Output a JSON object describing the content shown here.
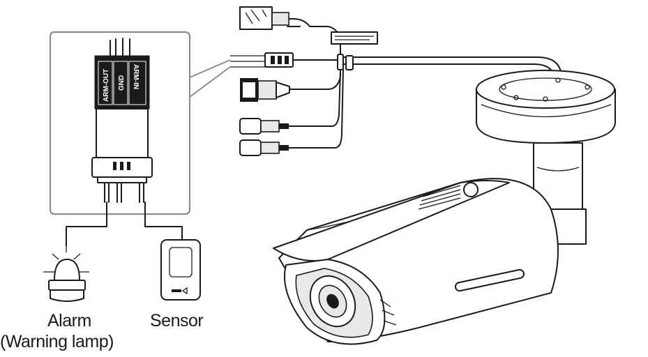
{
  "labels": {
    "alarm": "Alarm",
    "alarm_sub": "(Warning lamp)",
    "sensor": "Sensor"
  },
  "connector_pins": [
    "ARM-OUT",
    "GND",
    "ARM-IN"
  ],
  "colors": {
    "line": "#1a1a1a",
    "background": "#ffffff",
    "inset_frame": "#8c8c8c"
  },
  "icons": [
    "warning-lamp-icon",
    "sensor-icon",
    "bullet-camera-icon",
    "alarm-connector-icon"
  ]
}
